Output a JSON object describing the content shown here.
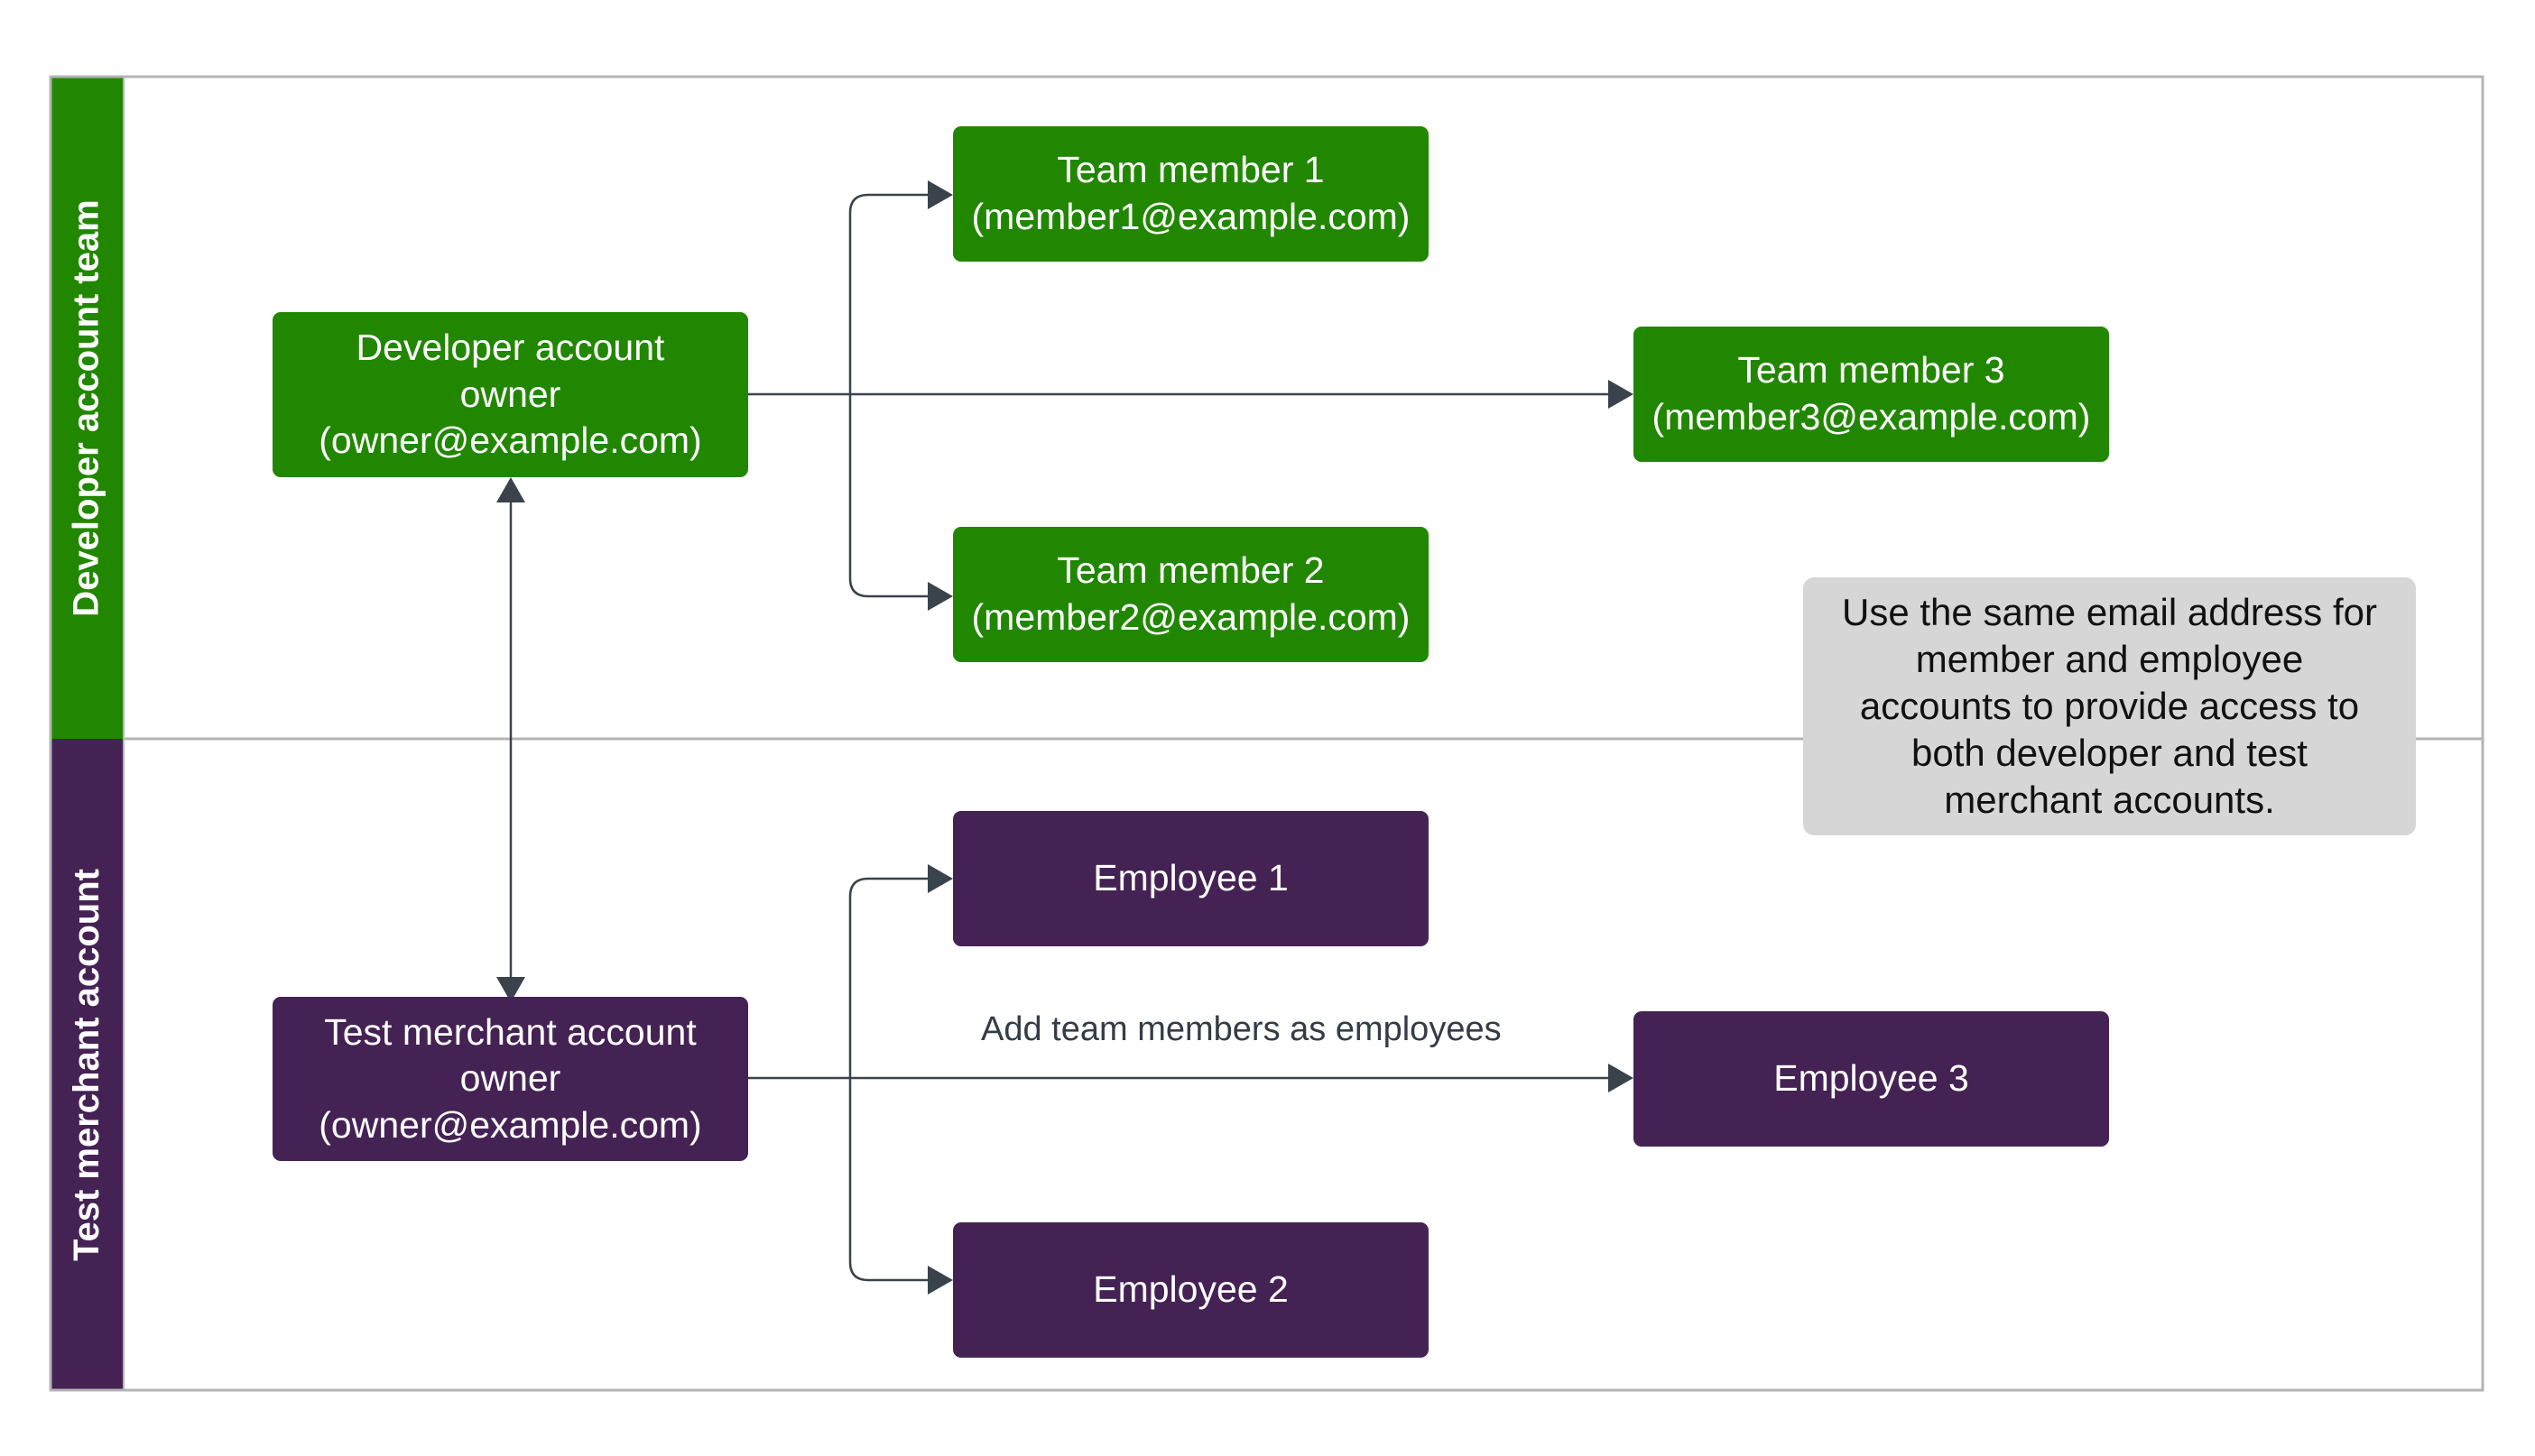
{
  "swimlanes": [
    {
      "id": "developer",
      "label": "Developer account team",
      "color": "#228700"
    },
    {
      "id": "merchant",
      "label": "Test merchant account",
      "color": "#452254"
    }
  ],
  "nodes": {
    "dev_owner": "Developer account\nowner\n(owner@example.com)",
    "member1": "Team member 1\n(member1@example.com)",
    "member2": "Team member 2\n(member2@example.com)",
    "member3": "Team member 3\n(member3@example.com)",
    "merchant_owner": "Test merchant account\nowner\n(owner@example.com)",
    "employee1": "Employee 1",
    "employee2": "Employee 2",
    "employee3": "Employee 3"
  },
  "note": "Use the same email address for\nmember and employee\naccounts to provide access to\nboth developer and test\nmerchant accounts.",
  "edge_label": "Add team members as employees",
  "colors": {
    "border": "#b4b4b4",
    "connector": "#3a434c",
    "note_fill": "#d6d6d6"
  }
}
